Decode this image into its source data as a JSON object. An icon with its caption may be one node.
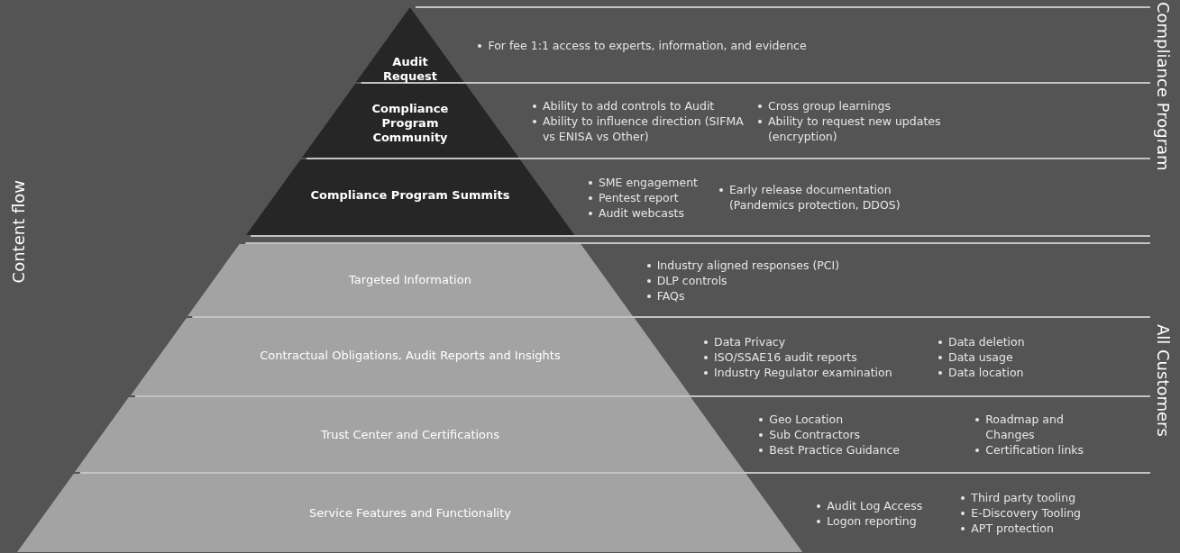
{
  "diagram": {
    "nodes": [
      {
        "text": [
          "Audit Request"
        ],
        "beside": [
          "For fee 1:1 access to experts, information, and evidence"
        ]
      },
      {
        "text": [
          "Compliance Program Community"
        ],
        "beside": [
          "Ability to add controls to Audit",
          "Ability to influence direction (SIFMA vs ENISA vs Other)",
          "Cross group learnings",
          "Ability to request new updates (encryption)"
        ]
      },
      {
        "text": [
          "Compliance Program Summits"
        ],
        "beside": [
          "SME engagement",
          "Pentest report",
          "Audit webcasts",
          "Early release documentation (Pandemics protection, DDOS)"
        ]
      },
      {
        "text": [
          "Targeted Information"
        ],
        "beside": [
          "Industry aligned responses (PCI)",
          "DLP controls",
          "FAQs"
        ]
      },
      {
        "text": [
          "Contractual Obligations, Audit Reports and Insights"
        ],
        "beside": [
          "Data Privacy",
          "ISO/SSAE16 audit reports",
          "Industry Regulator examination",
          "Data deletion",
          "Data usage",
          "Data location"
        ]
      },
      {
        "text": [
          "Trust Center and Certifications"
        ],
        "beside": [
          "Geo Location",
          "Sub Contractors",
          "Best Practice Guidance",
          "Roadmap and Changes",
          "Certification links"
        ]
      },
      {
        "text": [
          "Service Features and Functionality"
        ],
        "beside": [
          "Audit Log Access",
          "Logon reporting",
          "Third party tooling",
          "E-Discovery Tooling",
          "APT protection"
        ]
      }
    ],
    "edges": [],
    "labels": [
      "Content flow",
      "Compliance Program",
      "All Customers"
    ]
  }
}
